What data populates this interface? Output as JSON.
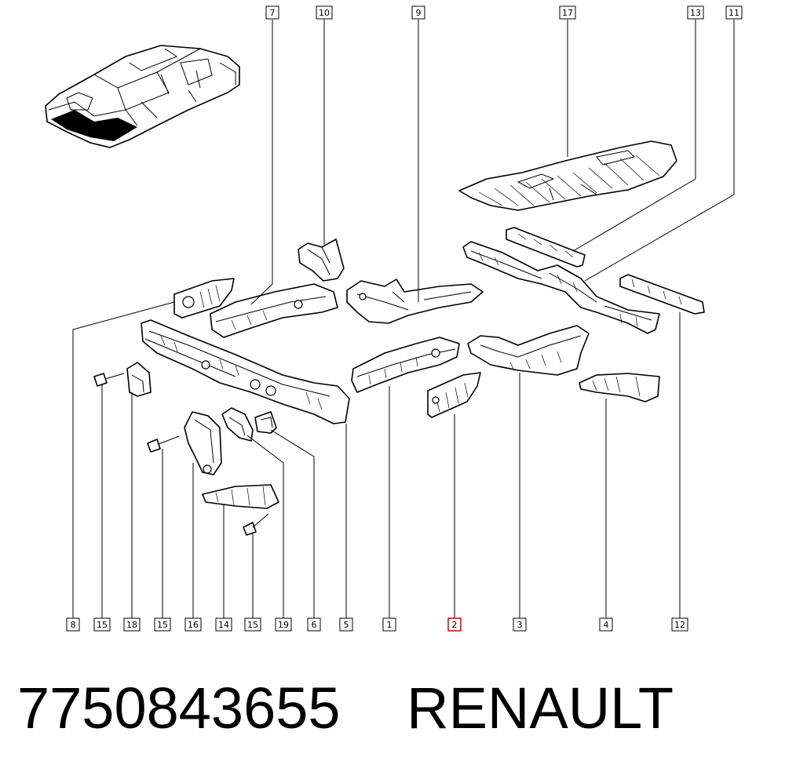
{
  "part_number": "7750843655",
  "brand": "RENAULT",
  "callouts_top": [
    "7",
    "10",
    "9",
    "17",
    "13",
    "11"
  ],
  "callouts_bottom": [
    "8",
    "15",
    "18",
    "15",
    "16",
    "14",
    "15",
    "19",
    "6",
    "5",
    "1",
    "2",
    "3",
    "4",
    "12"
  ],
  "highlighted_callout": "2",
  "colors": {
    "line": "#000000",
    "highlight": "#d11111",
    "background": "#ffffff"
  }
}
